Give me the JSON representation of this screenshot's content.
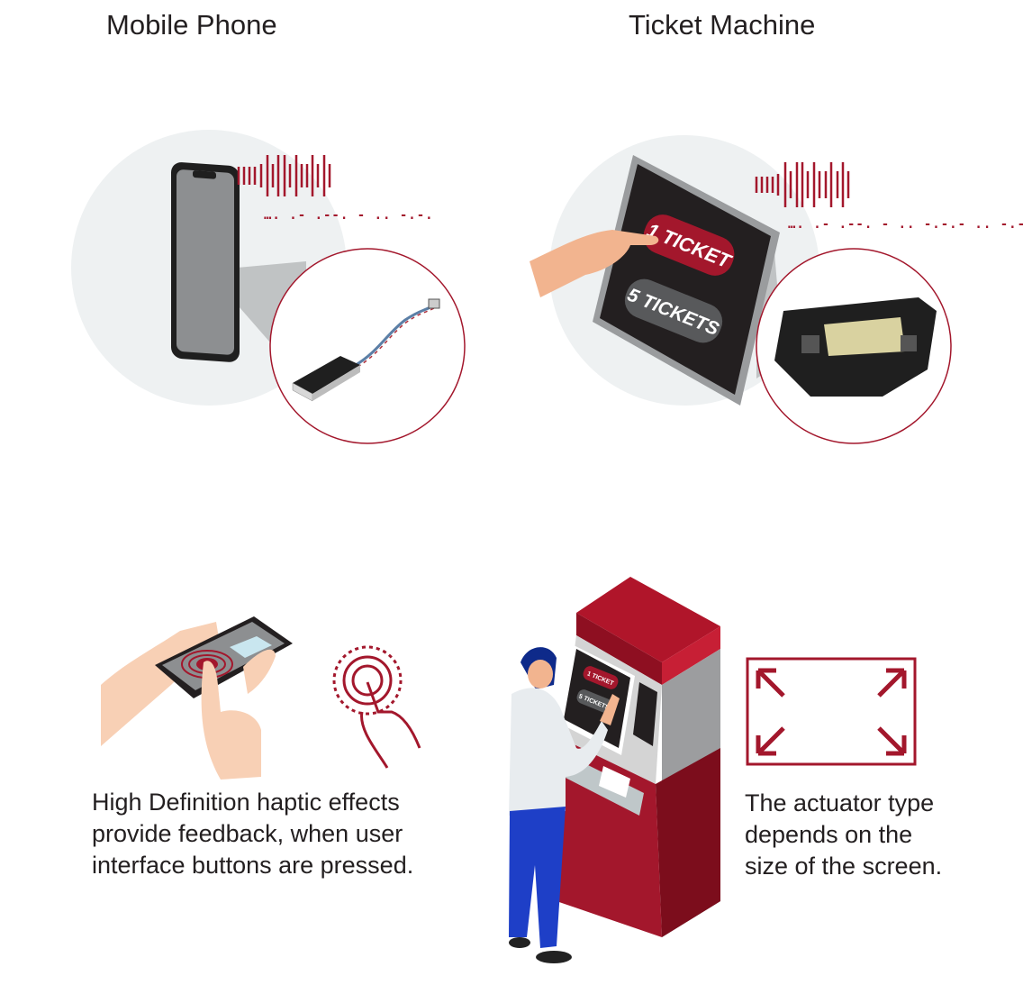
{
  "titles": {
    "left": "Mobile Phone",
    "right": "Ticket Machine"
  },
  "morse": {
    "left": "…. .- .--. - .. -.-.",
    "right": "…. .- .--. - .. -.-.- .. -.-."
  },
  "ticket_screen": {
    "button1": "1 TICKET",
    "button2": "5 TICKETS"
  },
  "kiosk_screen": {
    "button1": "1 TICKET",
    "button2": "5 TICKETS"
  },
  "captions": {
    "left": [
      "High Definition haptic effects",
      "provide feedback, when user",
      "interface buttons are pressed."
    ],
    "right": [
      "The actuator type",
      "depends on the",
      "size of the screen."
    ]
  },
  "colors": {
    "accent": "#a3172c",
    "circle_bg": "#eef1f2",
    "screen": "#231f20"
  },
  "icons": [
    "smartphone-icon",
    "vibration-wave-icon",
    "actuator-module-icon",
    "hand-pointer-icon",
    "printer-actuator-icon",
    "touch-ripple-icon",
    "expand-arrows-icon",
    "ticket-kiosk-icon",
    "person-icon"
  ]
}
